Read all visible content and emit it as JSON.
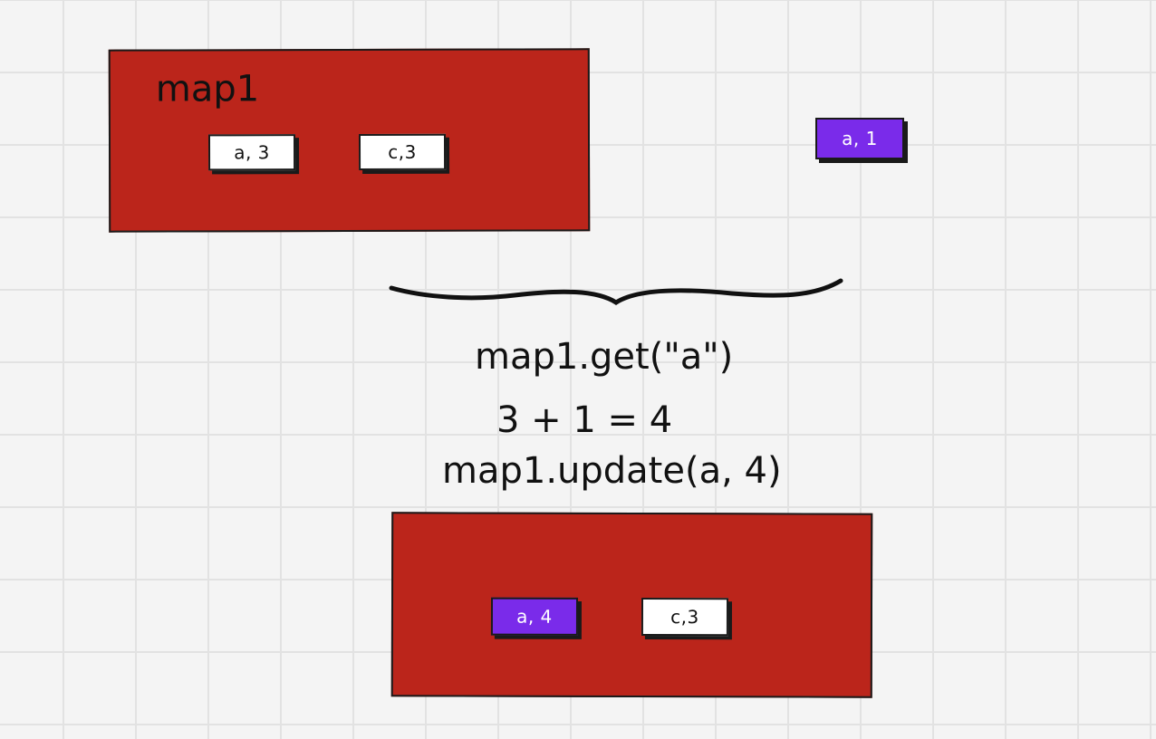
{
  "top_map": {
    "title": "map1",
    "entries": [
      {
        "label": "a, 3",
        "style": "white"
      },
      {
        "label": "c,3",
        "style": "white"
      }
    ]
  },
  "incoming_entry": {
    "label": "a, 1",
    "style": "purple"
  },
  "steps": [
    "map1.get(\"a\")",
    "3 + 1 = 4",
    "map1.update(a, 4)"
  ],
  "bottom_map": {
    "entries": [
      {
        "label": "a, 4",
        "style": "purple"
      },
      {
        "label": "c,3",
        "style": "white"
      }
    ]
  },
  "colors": {
    "map_fill": "#bb251b",
    "highlight_entry": "#7a2bea",
    "normal_entry": "#ffffff",
    "outline": "#1a1a1a",
    "grid_background": "#f4f4f4"
  }
}
